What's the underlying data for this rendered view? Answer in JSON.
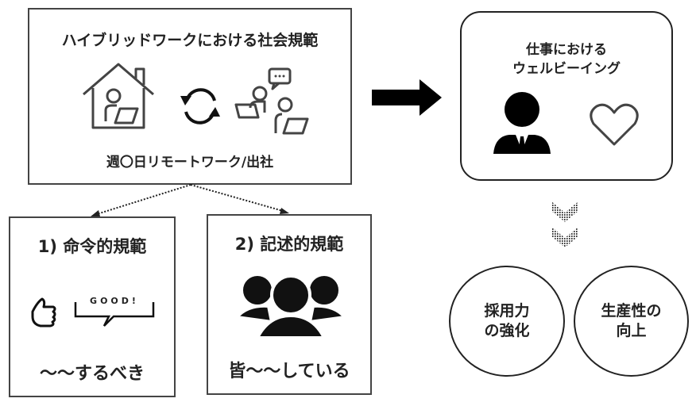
{
  "hybrid_box": {
    "title": "ハイブリッドワークにおける社会規範",
    "caption": "週〇日リモートワーク/出社"
  },
  "injunctive_box": {
    "title": "1) 命令的規範",
    "speech_text": "GOOD!",
    "caption": "～～するべき"
  },
  "descriptive_box": {
    "title": "2) 記述的規範",
    "caption": "皆～～している"
  },
  "wellbeing_box": {
    "title_line1": "仕事における",
    "title_line2": "ウェルビーイング"
  },
  "outcomes": [
    {
      "line1": "採用力",
      "line2": "の強化"
    },
    {
      "line1": "生産性の",
      "line2": "向上"
    }
  ]
}
